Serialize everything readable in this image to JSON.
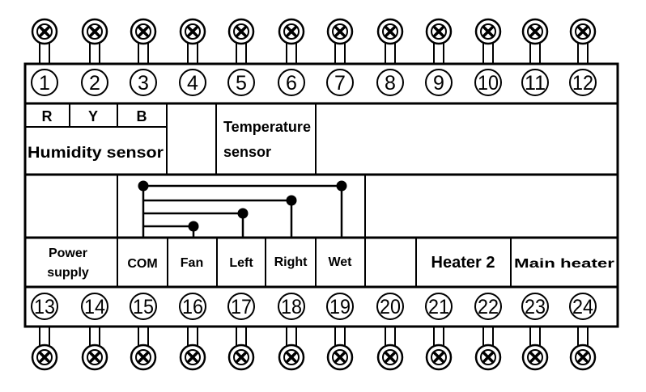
{
  "terminals_top": [
    "1",
    "2",
    "3",
    "4",
    "5",
    "6",
    "7",
    "8",
    "9",
    "10",
    "11",
    "12"
  ],
  "terminals_bottom": [
    "13",
    "14",
    "15",
    "16",
    "17",
    "18",
    "19",
    "20",
    "21",
    "22",
    "23",
    "24"
  ],
  "humidity": {
    "r": "R",
    "y": "Y",
    "b": "B",
    "name": "Humidity sensor"
  },
  "temperature": {
    "line1": "Temperature",
    "line2": "sensor"
  },
  "bottom_labels": {
    "power_line1": "Power",
    "power_line2": "supply",
    "com": "COM",
    "fan": "Fan",
    "left": "Left",
    "right": "Right",
    "wet": "Wet",
    "heater2": "Heater 2",
    "main_heater": "Main heater"
  },
  "icons": {
    "screw": "screw-terminal-icon"
  }
}
